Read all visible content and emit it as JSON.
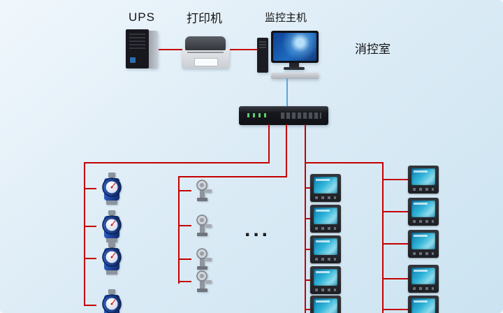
{
  "labels": {
    "ups": "UPS",
    "printer": "打印机",
    "host": "监控主机",
    "room": "消控室",
    "ellipsis": "..."
  },
  "colors": {
    "bus_line": "#c40000",
    "uplink_line": "#58a8d8",
    "background_top": "#f0f7fc",
    "background_bottom": "#cbe3f1"
  },
  "devices": {
    "ups": "ups-tower",
    "printer": "laser-printer",
    "host": "monitor-host-pc",
    "concentrator": "rack-data-concentrator",
    "left_column": {
      "type": "water-meter",
      "count": 4
    },
    "mid_column": {
      "type": "valve-sensor",
      "count": 4
    },
    "inner_right_column": {
      "type": "power-meter",
      "count": 5
    },
    "outer_right_column": {
      "type": "power-meter",
      "count": 5
    }
  }
}
